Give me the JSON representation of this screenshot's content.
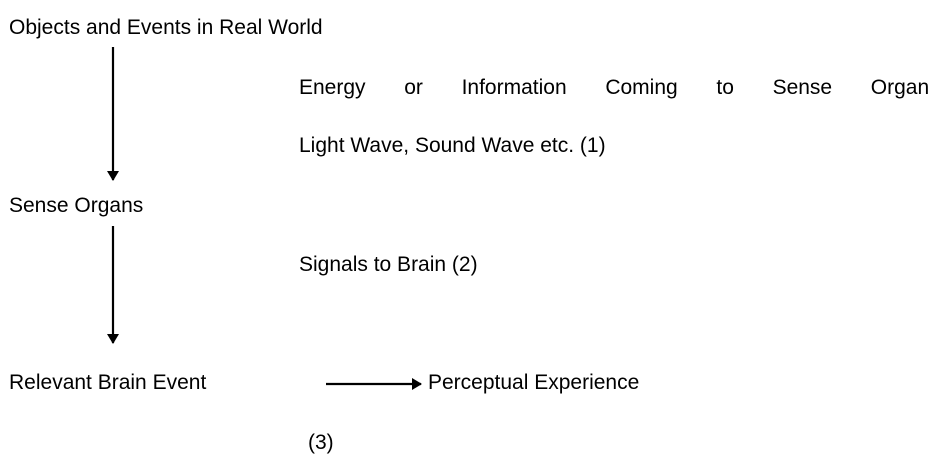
{
  "nodes": {
    "objects": "Objects and Events in Real World",
    "sense_organs": "Sense Organs",
    "brain_event": "Relevant Brain Event",
    "perceptual_experience": "Perceptual Experience"
  },
  "edges": {
    "energy_line1": "Energy or Information Coming to Sense Organ:",
    "energy_line2": "Light Wave, Sound Wave etc. (1)",
    "signals": "Signals to Brain (2)",
    "experience": "(3)"
  }
}
